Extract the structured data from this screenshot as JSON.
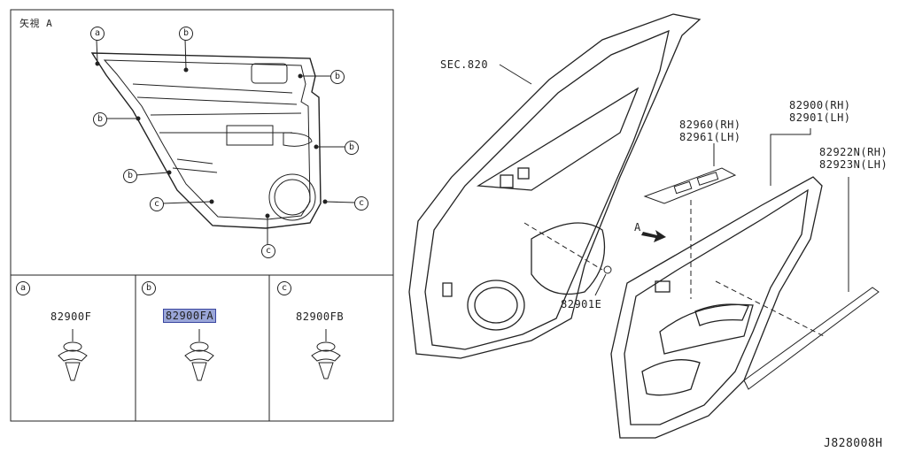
{
  "view_label": "矢視 A",
  "view_marker": "A",
  "callout_letters": {
    "a": "a",
    "b": "b",
    "c": "c"
  },
  "parts": {
    "sec": "SEC.820",
    "p82960": "82960(RH)",
    "p82961": "82961(LH)",
    "p82900": "82900(RH)",
    "p82901": "82901(LH)",
    "p82922n": "82922N(RH)",
    "p82923n": "82923N(LH)",
    "p82901e": "82901E"
  },
  "clips": [
    {
      "letter": "a",
      "part": "82900F",
      "highlighted": false
    },
    {
      "letter": "b",
      "part": "82900FA",
      "highlighted": true
    },
    {
      "letter": "c",
      "part": "82900FB",
      "highlighted": false
    }
  ],
  "diagram_id": "J828008H",
  "colors": {
    "highlight": "#9aa6d8",
    "line": "#222222"
  }
}
